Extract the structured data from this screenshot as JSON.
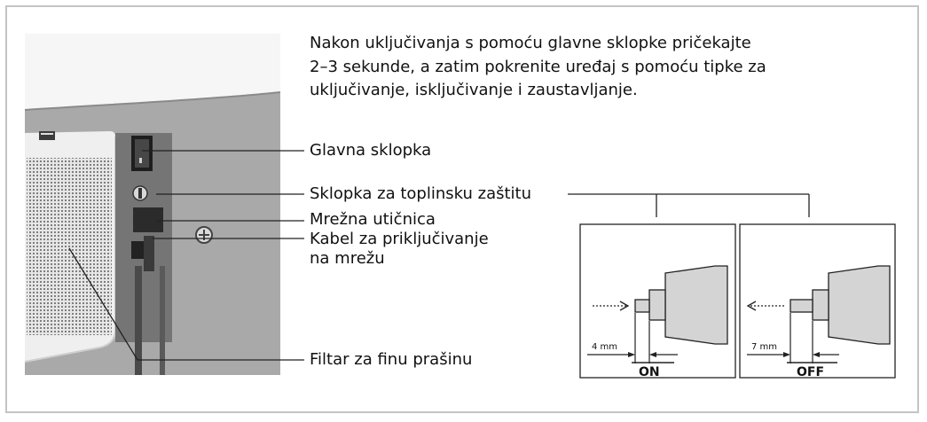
{
  "intro": {
    "line1": "Nakon uključivanja s pomoću glavne sklopke pričekajte",
    "line2": "2–3 sekunde, a zatim pokrenite uređaj s pomoću tipke za",
    "line3": "uključivanje, isključivanje i zaustavljanje."
  },
  "labels": {
    "main_switch": "Glavna sklopka",
    "thermal_switch": "Sklopka za toplinsku zaštitu",
    "socket": "Mrežna utičnica",
    "cable_line1": "Kabel za priključivanje",
    "cable_line2": "na mrežu",
    "filter": "Filtar za finu prašinu"
  },
  "states": {
    "on": {
      "distance": "4 mm",
      "label": "ON"
    },
    "off": {
      "distance": "7 mm",
      "label": "OFF"
    }
  },
  "colors": {
    "photo_bg": "#a9a9a9",
    "device_panel": "#efefef",
    "plug_fill": "#d4d4d4",
    "frame": "#c4c4c4"
  }
}
